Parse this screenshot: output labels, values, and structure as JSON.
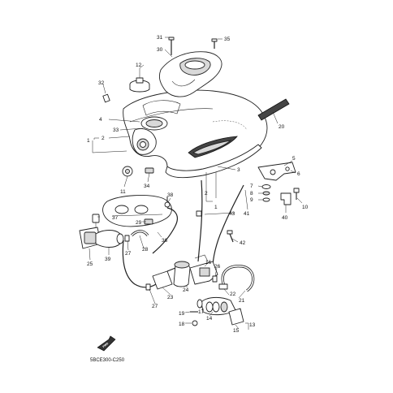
{
  "labels": {
    "n1": "1",
    "n2": "2",
    "n3": "3",
    "n4": "4",
    "n5": "5",
    "n6": "6",
    "n7": "7",
    "n8": "8",
    "n9": "9",
    "n10": "10",
    "n11": "11",
    "n12": "12",
    "n13": "13",
    "n14": "14",
    "n15": "15",
    "n16": "16",
    "n17": "17",
    "n18": "18",
    "n19": "19",
    "n20": "20",
    "n21": "21",
    "n22": "22",
    "n23": "23",
    "n24": "24",
    "n25": "25",
    "n26": "26",
    "n27": "27",
    "n28": "28",
    "n29": "29",
    "n30": "30",
    "n31": "31",
    "n32": "32",
    "n33": "33",
    "n34": "34",
    "n35": "35",
    "n36": "36",
    "n37": "37",
    "n38": "38",
    "n39": "39",
    "n40": "40",
    "n41": "41",
    "n42": "42",
    "n43": "43"
  },
  "diagram_code": "5BCE300-C250",
  "fwd_label": "FWD"
}
